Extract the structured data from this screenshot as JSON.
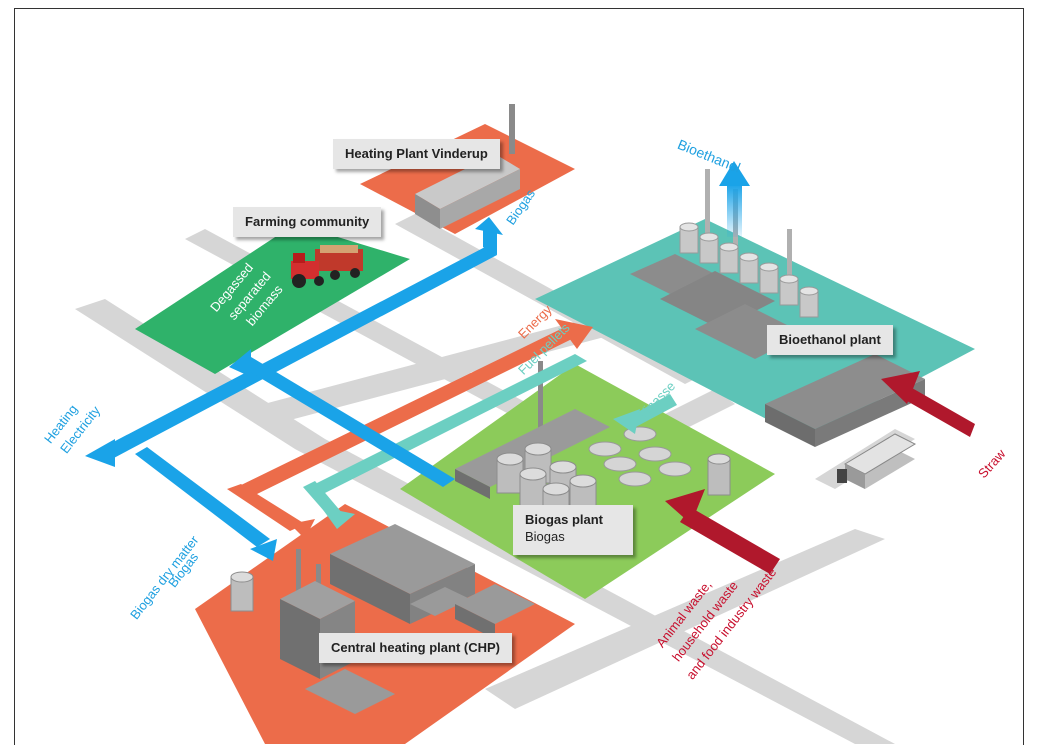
{
  "colors": {
    "orange": "#ec6c4a",
    "green_farm": "#2fb26a",
    "green_biogas": "#8ccb5a",
    "teal": "#5cc3b6",
    "road": "#d5d5d5",
    "blue_arrow": "#1aa3e8",
    "red_arrow": "#b0182c",
    "teal_arrow": "#6ccfc2",
    "building": "#9a9a9a"
  },
  "boxes": {
    "heating_plant": "Heating Plant Vinderup",
    "farming": "Farming community",
    "bioethanol_plant": "Bioethanol plant",
    "biogas_plant_title": "Biogas plant",
    "biogas_plant_sub": "Biogas",
    "chp": "Central heating plant (CHP)"
  },
  "labels": {
    "bioethanol": "Bioethanol",
    "biogas_top": "Biogas",
    "degassed_1": "Degassed",
    "degassed_2": "separated",
    "degassed_3": "biomass",
    "energy": "Energy",
    "fuel_pellets": "Fuel pellets",
    "vinasse": "Vinasse",
    "heating": "Heating",
    "electricity": "Electricity",
    "biogas_left": "Biogas",
    "biogas_dry": "Biogas dry matter",
    "straw": "Straw",
    "waste_1": "Animal waste,",
    "waste_2": "household waste",
    "waste_3": "and food industry waste"
  }
}
